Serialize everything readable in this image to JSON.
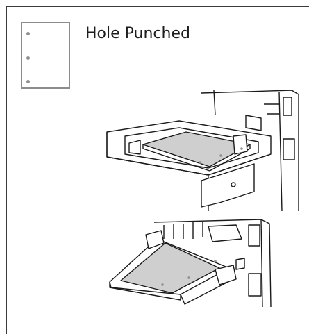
{
  "heading": {
    "label": "Hole Punched"
  },
  "icons": {
    "paper": "hole-punched-paper-icon",
    "tray": "paper-tray-illustration",
    "bypass": "bypass-tray-illustration"
  },
  "colors": {
    "frame": "#3a3a3a",
    "icon_border": "#8c8c8c",
    "paper_fill": "#cfcfcf",
    "line_art": "#1a1a1a"
  }
}
